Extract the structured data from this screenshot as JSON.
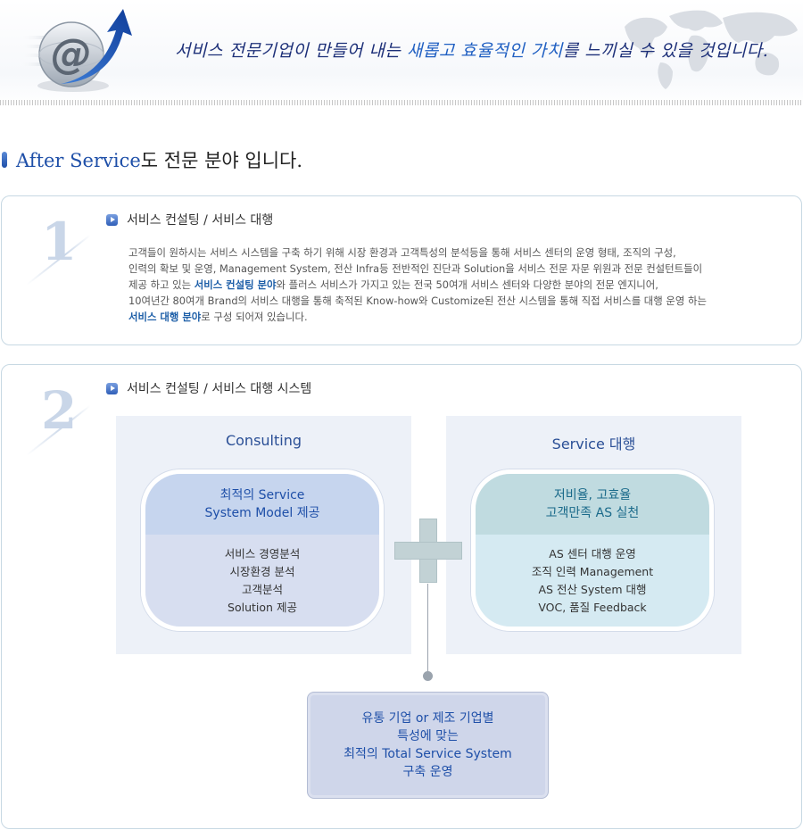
{
  "banner": {
    "logo_icon": "at-sign-arrow-icon",
    "map_icon": "world-map-icon",
    "slogan_pre": "서비스 전문기업이 만들어 내는 ",
    "slogan_hl": "새롭고 효율적인 가치",
    "slogan_post": "를 느끼실 수 있을 것입니다."
  },
  "page": {
    "title_en": "After Service",
    "title_ko": "도  전문 분야 입니다."
  },
  "section1": {
    "number": "1",
    "title": "서비스 컨설팅 / 서비스 대행",
    "lines": [
      "고객들이 원하시는 서비스 시스템을 구축 하기 위해 시장 환경과 고객특성의 분석등을 통해 서비스 센터의 운영 형태, 조직의 구성,",
      "인력의 확보 및 운영, Management System, 전산 Infra등 전반적인 진단과 Solution을 서비스 전문 자문 위원과 전문 컨설턴트들이"
    ],
    "line3_pre": "제공 하고 있는 ",
    "line3_bold": "서비스 컨설팅 분야",
    "line3_post": "와 플러스 서비스가 가지고 있는 전국 50여개 서비스 센터와 다양한 분야의 전문 엔지니어,",
    "line4": "10여년간 80여개 Brand의 서비스 대행을 통해 축적된 Know-how와 Customize된 전산 시스템을 통해 직접 서비스를 대행 운영 하는",
    "line5_bold": "서비스 대행 분야",
    "line5_post": "로 구성 되어져 있습니다."
  },
  "section2": {
    "number": "2",
    "title": "서비스 컨설팅 / 서비스 대행 시스템",
    "left": {
      "heading": "Consulting",
      "top": [
        "최적의 Service",
        "System Model 제공"
      ],
      "items": [
        "서비스 경영분석",
        "시장환경 분석",
        "고객분석",
        "Solution 제공"
      ]
    },
    "right": {
      "heading": "Service 대행",
      "top": [
        "저비율, 고효율",
        "고객만족 AS 실천"
      ],
      "items": [
        "AS 센터 대행 운영",
        "조직 인력 Management",
        "AS 전산 System 대행",
        "VOC, 품질 Feedback"
      ]
    },
    "result": [
      "유통 기업 or 제조 기업별",
      "특성에 맞는",
      "최적의 Total Service System",
      "구축 운영"
    ]
  },
  "colors": {
    "accent": "#1e4fa8",
    "panel_border": "#c7d8e3",
    "column_bg": "#edf1f8"
  }
}
